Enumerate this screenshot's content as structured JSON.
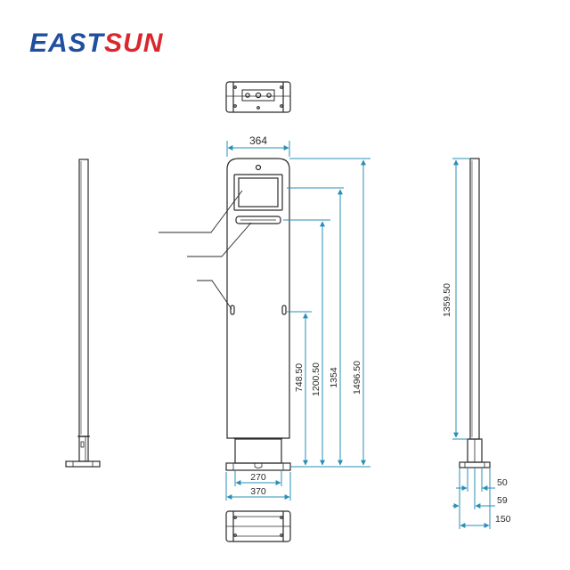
{
  "brand": {
    "part1": "EAST",
    "part2": "SUN",
    "color1": "#1f4f9e",
    "color2": "#d9272e"
  },
  "colors": {
    "outline": "#2a2a2a",
    "dimension": "#2a8fb5"
  },
  "dimensions": {
    "top_width": "364",
    "base_inner_width": "270",
    "base_outer_width": "370",
    "h_748": "748.50",
    "h_1200": "1200.50",
    "h_1354": "1354",
    "h_1496": "1496.50",
    "side_height": "1359.50",
    "side_50": "50",
    "side_59": "59",
    "side_150": "150"
  }
}
